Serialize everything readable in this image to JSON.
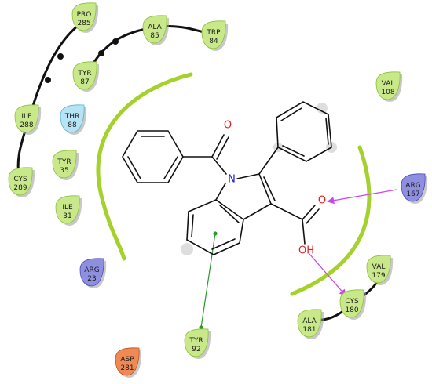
{
  "colors": {
    "hydrophobic": "#c8e88a",
    "hydrophobic_edge": "#8cbf3a",
    "polar": "#b7e4f5",
    "polar_edge": "#5bb0d6",
    "positive": "#8f8fe0",
    "positive_edge": "#4a4ab8",
    "negative": "#f08a55",
    "negative_edge": "#c0501c",
    "pocket_line": "#a4d12c",
    "backbone": "#111111",
    "hbond": "#cc44ee",
    "pi_stack": "#2a9a2a",
    "oxygen": "#e02020",
    "nitrogen": "#1a1ad0",
    "bond": "#111111"
  },
  "residues": [
    {
      "id": "pro285",
      "name": "PRO",
      "num": "285",
      "kind": "hydrophobic"
    },
    {
      "id": "ala85",
      "name": "ALA",
      "num": "85",
      "kind": "hydrophobic"
    },
    {
      "id": "trp84",
      "name": "TRP",
      "num": "84",
      "kind": "hydrophobic"
    },
    {
      "id": "tyr87",
      "name": "TYR",
      "num": "87",
      "kind": "hydrophobic"
    },
    {
      "id": "thr88",
      "name": "THR",
      "num": "88",
      "kind": "polar"
    },
    {
      "id": "ile288",
      "name": "ILE",
      "num": "288",
      "kind": "hydrophobic"
    },
    {
      "id": "tyr35",
      "name": "TYR",
      "num": "35",
      "kind": "hydrophobic"
    },
    {
      "id": "cys289",
      "name": "CYS",
      "num": "289",
      "kind": "hydrophobic"
    },
    {
      "id": "ile31",
      "name": "ILE",
      "num": "31",
      "kind": "hydrophobic"
    },
    {
      "id": "val108",
      "name": "VAL",
      "num": "108",
      "kind": "hydrophobic"
    },
    {
      "id": "arg167",
      "name": "ARG",
      "num": "167",
      "kind": "positive"
    },
    {
      "id": "arg23",
      "name": "ARG",
      "num": "23",
      "kind": "positive"
    },
    {
      "id": "val179",
      "name": "VAL",
      "num": "179",
      "kind": "hydrophobic"
    },
    {
      "id": "cys180",
      "name": "CYS",
      "num": "180",
      "kind": "hydrophobic"
    },
    {
      "id": "ala181",
      "name": "ALA",
      "num": "181",
      "kind": "hydrophobic"
    },
    {
      "id": "tyr92",
      "name": "TYR",
      "num": "92",
      "kind": "hydrophobic"
    },
    {
      "id": "asp281",
      "name": "ASP",
      "num": "281",
      "kind": "negative"
    }
  ],
  "atoms": {
    "n1": "N",
    "o_carbonyl": "O",
    "o_acid": "O",
    "oh_acid": "OH"
  }
}
